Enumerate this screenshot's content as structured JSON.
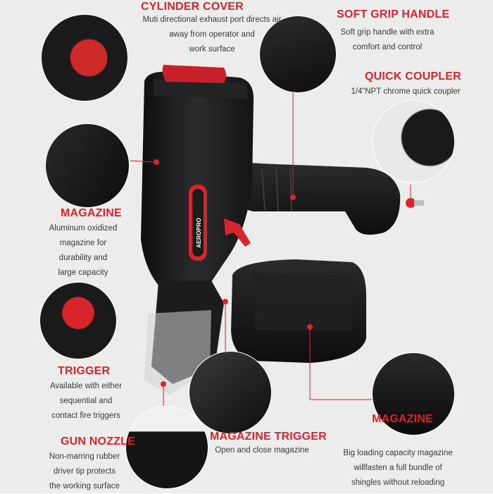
{
  "brand": "AEROPRO",
  "features": {
    "cylinder_cover": {
      "title": "CYLINDER COVER",
      "desc": "Muti directional exhaust port directs air\naway from operator and\nwork surface"
    },
    "soft_grip_handle": {
      "title": "SOFT GRIP HANDLE",
      "desc": "Soft grip handle with extra\ncomfort and control"
    },
    "quick_coupler": {
      "title": "QUICK COUPLER",
      "desc": "1/4”NPT chrome quick coupler"
    },
    "magazine_left": {
      "title": "MAGAZINE",
      "desc": "Aluminum oxidized\nmagazine for\ndurability and\nlarge capacity"
    },
    "trigger": {
      "title": "TRIGGER",
      "desc": "Available with either\nsequential and\ncontact fire triggers"
    },
    "gun_nozzle": {
      "title": "GUN NOZZLE",
      "desc": "Non-marring rubber\ndriver tip protects\nthe working surface"
    },
    "magazine_trigger": {
      "title": "MAGAZINE TRIGGER",
      "desc": "Open and close magazine"
    },
    "magazine_right": {
      "title": "MAGAZINE",
      "desc": "Big loading capacity magazine\nwillfasten a full bundle of\nshingles without reloading"
    }
  },
  "colors": {
    "accent": "#d8252b",
    "tool_body": "#1e1e1f",
    "background": "#ececec",
    "text": "#3a3a3a"
  }
}
